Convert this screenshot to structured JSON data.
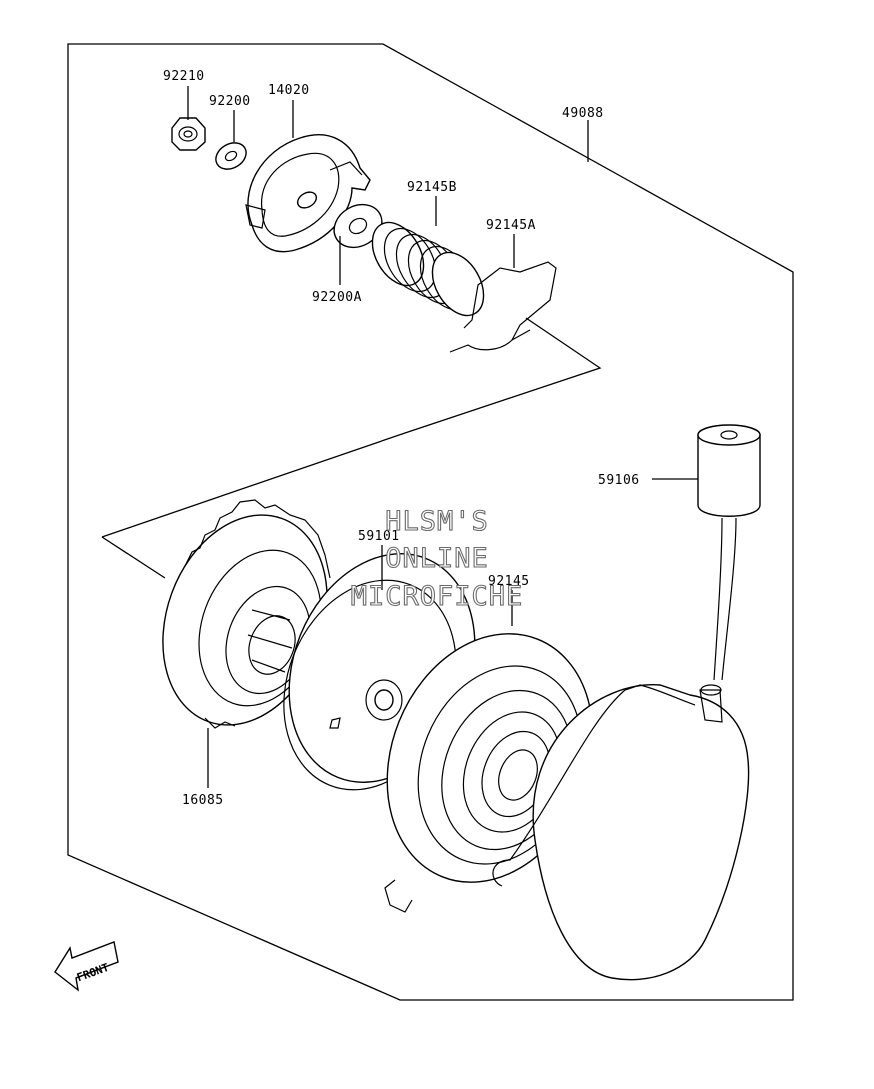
{
  "diagram": {
    "part_labels": [
      {
        "id": "p92210",
        "text": "92210"
      },
      {
        "id": "p92200",
        "text": "92200"
      },
      {
        "id": "p14020",
        "text": "14020"
      },
      {
        "id": "p49088",
        "text": "49088"
      },
      {
        "id": "p92145B",
        "text": "92145B"
      },
      {
        "id": "p92145A",
        "text": "92145A"
      },
      {
        "id": "p92200A",
        "text": "92200A"
      },
      {
        "id": "p59106",
        "text": "59106"
      },
      {
        "id": "p59101",
        "text": "59101"
      },
      {
        "id": "p92145",
        "text": "92145"
      },
      {
        "id": "p16085",
        "text": "16085"
      }
    ],
    "front_arrow_label": "FRONT"
  },
  "watermark": {
    "line1": "HLSM'S",
    "line2": "ONLINE",
    "line3": "MICROFICHE"
  }
}
